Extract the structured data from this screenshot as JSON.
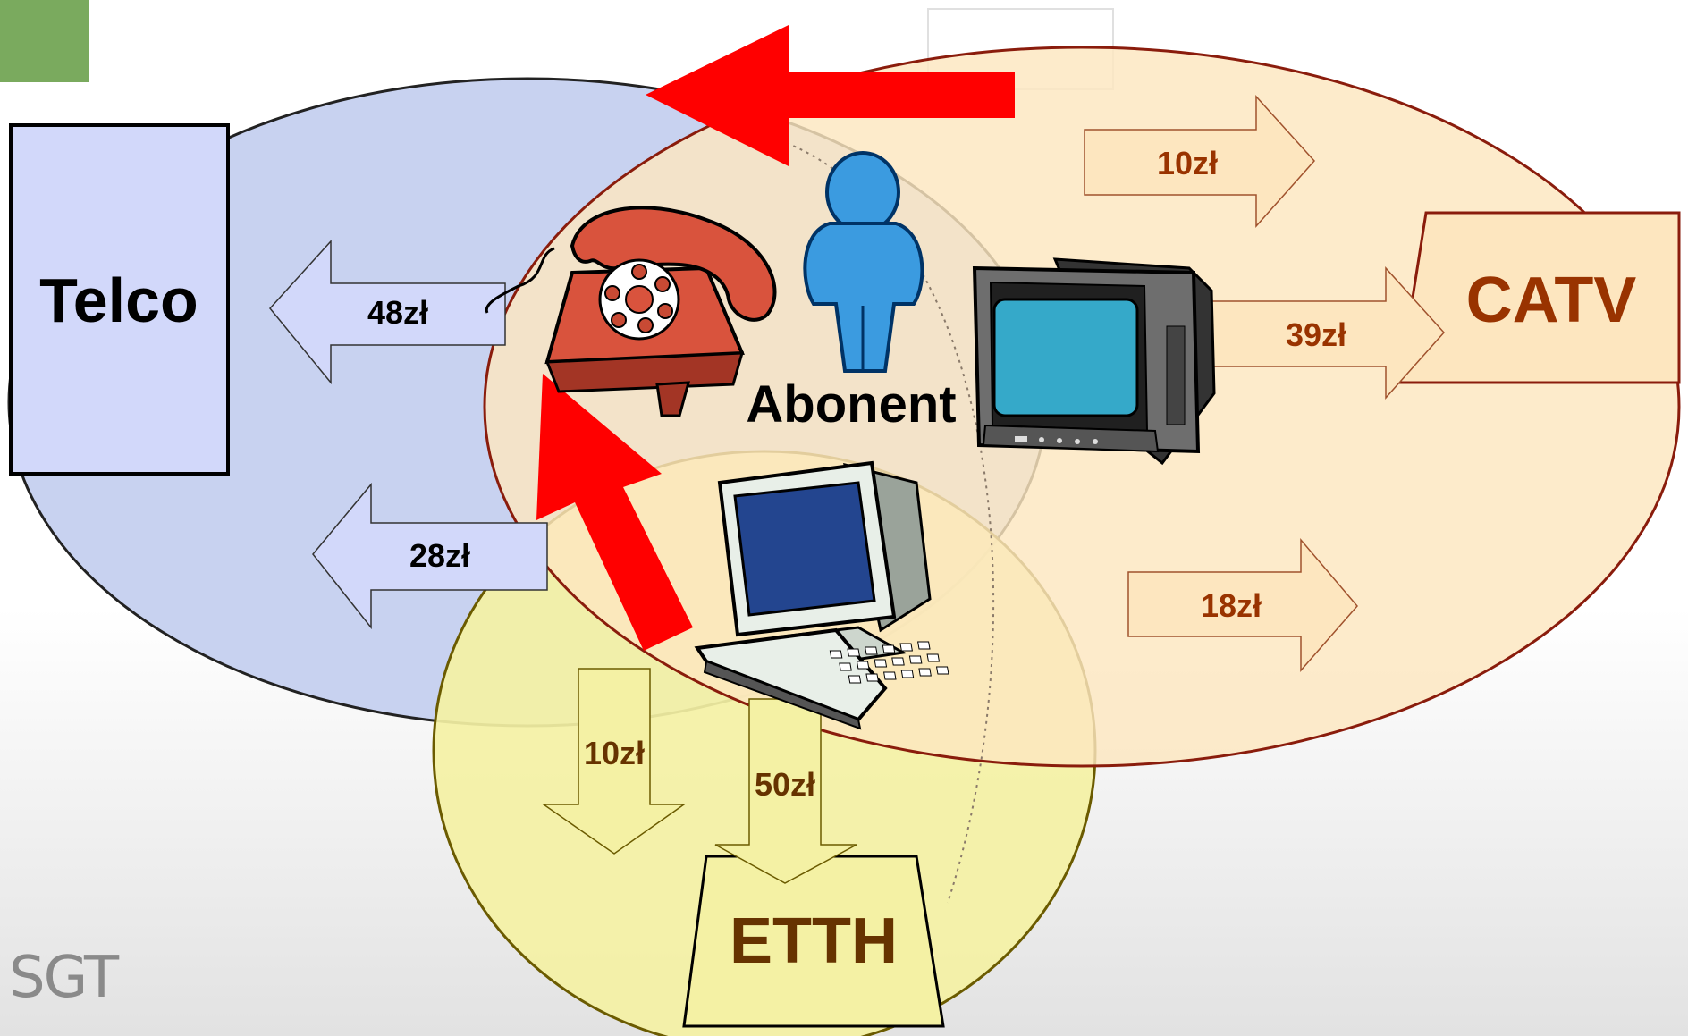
{
  "labels": {
    "telco": "Telco",
    "catv": "CATV",
    "etth": "ETTH",
    "abonent": "Abonent",
    "logo": "SGT"
  },
  "payments": {
    "to_telco_phone": "48zł",
    "to_telco_internet": "28zł",
    "to_catv_top": "10zł",
    "to_catv_tv": "39zł",
    "to_catv_internet": "18zł",
    "to_etth_left": "10zł",
    "to_etth_main": "50zł"
  },
  "icons": [
    "telephone-icon",
    "person-icon",
    "tv-icon",
    "computer-icon"
  ],
  "colors": {
    "telco_area": "#c8d2f0",
    "catv_area": "#fde6bf",
    "etth_area": "#f4f1a4",
    "migration_arrow": "#ff0000",
    "catv_text": "#993300",
    "etth_text": "#663300",
    "logo_accent": "#7aaa5e"
  }
}
